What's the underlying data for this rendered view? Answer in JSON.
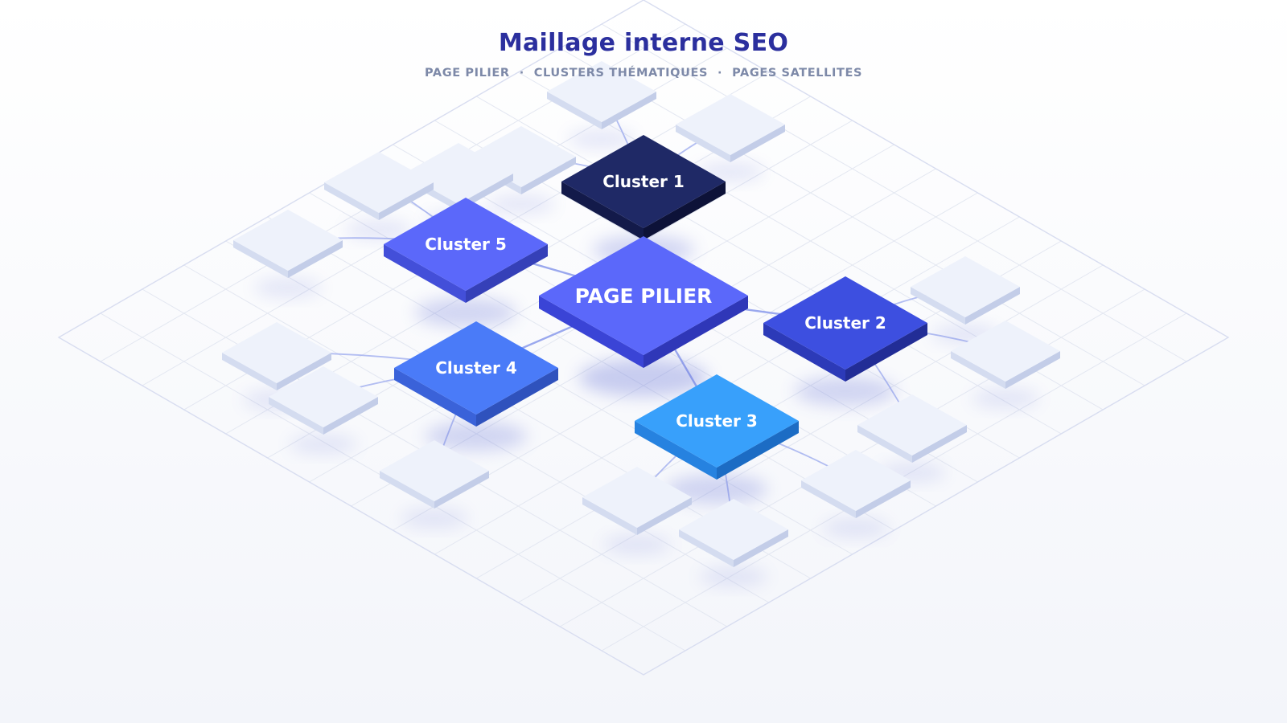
{
  "header": {
    "title": "Maillage interne SEO",
    "subtitle_items": [
      "PAGE PILIER",
      "CLUSTERS THÉMATIQUES",
      "PAGES SATELLITES"
    ],
    "subtitle_separator": "·"
  },
  "pillar": {
    "label": "PAGE PILIER",
    "colors": {
      "top": "#5b68fa",
      "left": "#3a44d6",
      "right": "#2f37b8"
    }
  },
  "clusters": [
    {
      "label": "Cluster 1",
      "colors": {
        "top": "#1f2966",
        "left": "#131a4a",
        "right": "#0d1238"
      }
    },
    {
      "label": "Cluster 2",
      "colors": {
        "top": "#3d4fe0",
        "left": "#2c3ab8",
        "right": "#222d96"
      }
    },
    {
      "label": "Cluster 3",
      "colors": {
        "top": "#38a0fb",
        "left": "#2682e0",
        "right": "#1c6cc4"
      }
    },
    {
      "label": "Cluster 4",
      "colors": {
        "top": "#4a7bf8",
        "left": "#3a62d9",
        "right": "#2f52bd"
      }
    },
    {
      "label": "Cluster 5",
      "colors": {
        "top": "#5b68fa",
        "left": "#434fd9",
        "right": "#3540b8"
      }
    }
  ],
  "satellite_colors": {
    "top": "#eef2fb",
    "left": "#d4dcf0",
    "right": "#c3cde8"
  },
  "link_color": "#9aa8ee",
  "grid_color": "#e3e7f1",
  "frame_color": "#d8ddf0"
}
